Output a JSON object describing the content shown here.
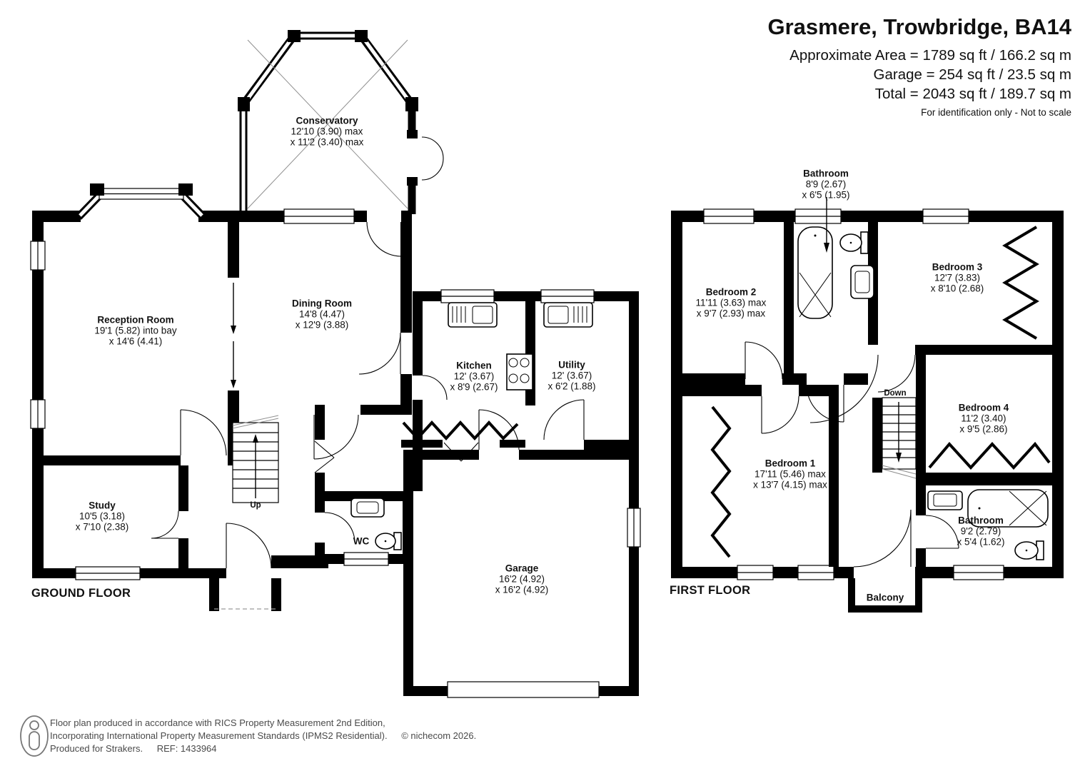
{
  "header": {
    "title": "Grasmere, Trowbridge, BA14",
    "area_line1": "Approximate Area = 1789 sq ft / 166.2 sq m",
    "area_line2": "Garage = 254 sq ft / 23.5 sq m",
    "area_line3": "Total = 2043 sq ft / 189.7 sq m",
    "note": "For identification only - Not to scale"
  },
  "floors": {
    "ground": {
      "label": "GROUND FLOOR"
    },
    "first": {
      "label": "FIRST FLOOR"
    }
  },
  "rooms": {
    "conservatory": {
      "name": "Conservatory",
      "dim1": "12'10 (3.90) max",
      "dim2": "x 11'2 (3.40) max"
    },
    "reception": {
      "name": "Reception Room",
      "dim1": "19'1 (5.82) into bay",
      "dim2": "x 14'6 (4.41)"
    },
    "dining": {
      "name": "Dining Room",
      "dim1": "14'8 (4.47)",
      "dim2": "x 12'9 (3.88)"
    },
    "kitchen": {
      "name": "Kitchen",
      "dim1": "12' (3.67)",
      "dim2": "x 8'9 (2.67)"
    },
    "utility": {
      "name": "Utility",
      "dim1": "12' (3.67)",
      "dim2": "x 6'2 (1.88)"
    },
    "study": {
      "name": "Study",
      "dim1": "10'5 (3.18)",
      "dim2": "x 7'10 (2.38)"
    },
    "wc": {
      "name": "WC"
    },
    "garage": {
      "name": "Garage",
      "dim1": "16'2 (4.92)",
      "dim2": "x 16'2 (4.92)"
    },
    "bathroom1": {
      "name": "Bathroom",
      "dim1": "8'9 (2.67)",
      "dim2": "x 6'5 (1.95)"
    },
    "bedroom1": {
      "name": "Bedroom 1",
      "dim1": "17'11 (5.46) max",
      "dim2": "x 13'7 (4.15) max"
    },
    "bedroom2": {
      "name": "Bedroom 2",
      "dim1": "11'11 (3.63) max",
      "dim2": "x 9'7 (2.93) max"
    },
    "bedroom3": {
      "name": "Bedroom 3",
      "dim1": "12'7 (3.83)",
      "dim2": "x 8'10 (2.68)"
    },
    "bedroom4": {
      "name": "Bedroom 4",
      "dim1": "11'2 (3.40)",
      "dim2": "x 9'5 (2.86)"
    },
    "bathroom2": {
      "name": "Bathroom",
      "dim1": "9'2 (2.79)",
      "dim2": "x 5'4 (1.62)"
    },
    "balcony": {
      "name": "Balcony"
    }
  },
  "stairs": {
    "up": "Up",
    "down": "Down"
  },
  "footer": {
    "line1": "Floor plan produced in accordance with RICS Property Measurement 2nd Edition,",
    "line2": "Incorporating International Property Measurement Standards (IPMS2 Residential).",
    "copyright": "© nichecom 2026.",
    "line3": "Produced for Strakers.",
    "ref": "REF: 1433964"
  },
  "colors": {
    "wall": "#000000",
    "text": "#111111",
    "footer_text": "#4a4a4a"
  }
}
